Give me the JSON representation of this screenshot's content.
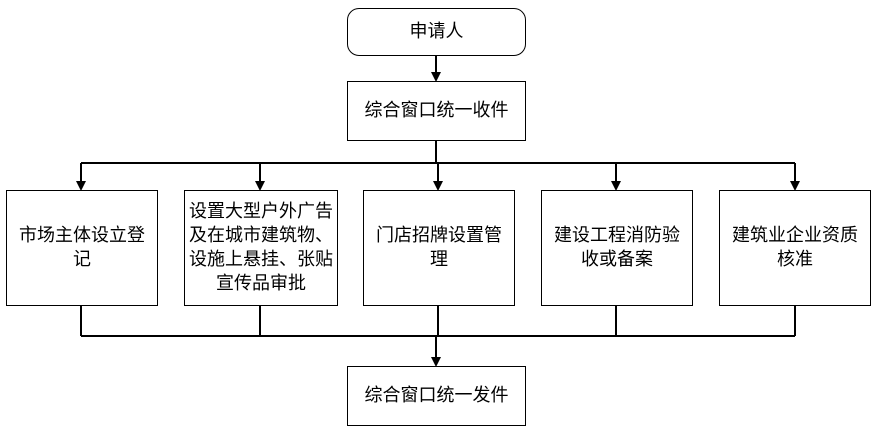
{
  "flowchart": {
    "start": "申请人",
    "intake": "综合窗口统一收件",
    "branches": [
      "市场主体设立登记",
      "设置大型户外广告及在城市建筑物、设施上悬挂、张贴宣传品审批",
      "门店招牌设置管理",
      "建设工程消防验收或备案",
      "建筑业企业资质核准"
    ],
    "output": "综合窗口统一发件"
  }
}
